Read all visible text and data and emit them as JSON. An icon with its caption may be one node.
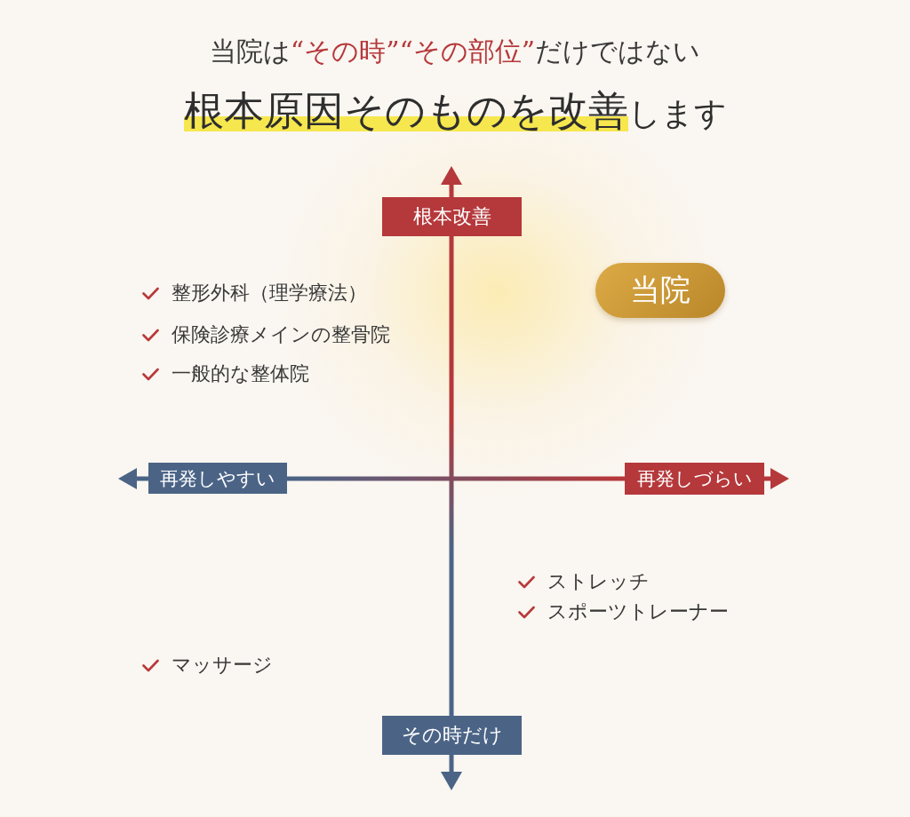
{
  "diagram": {
    "title": "当院は**“その時”“その部位”**だけではない",
    "nodes": [
      {
        "text": [
          "根本改善"
        ]
      },
      {
        "text": [
          "当院"
        ]
      },
      {
        "text": [
          "再発しやすい"
        ]
      },
      {
        "text": [
          "再発しづらい"
        ]
      },
      {
        "text": [
          "その時だけ"
        ]
      }
    ],
    "labels": [
      "**根本原因そのものを改善**します",
      "整形外科（理学療法）",
      "保険診療メインの整骨院",
      "一般的な整体院",
      "ストレッチ",
      "スポーツトレーナー",
      "マッサージ"
    ]
  }
}
